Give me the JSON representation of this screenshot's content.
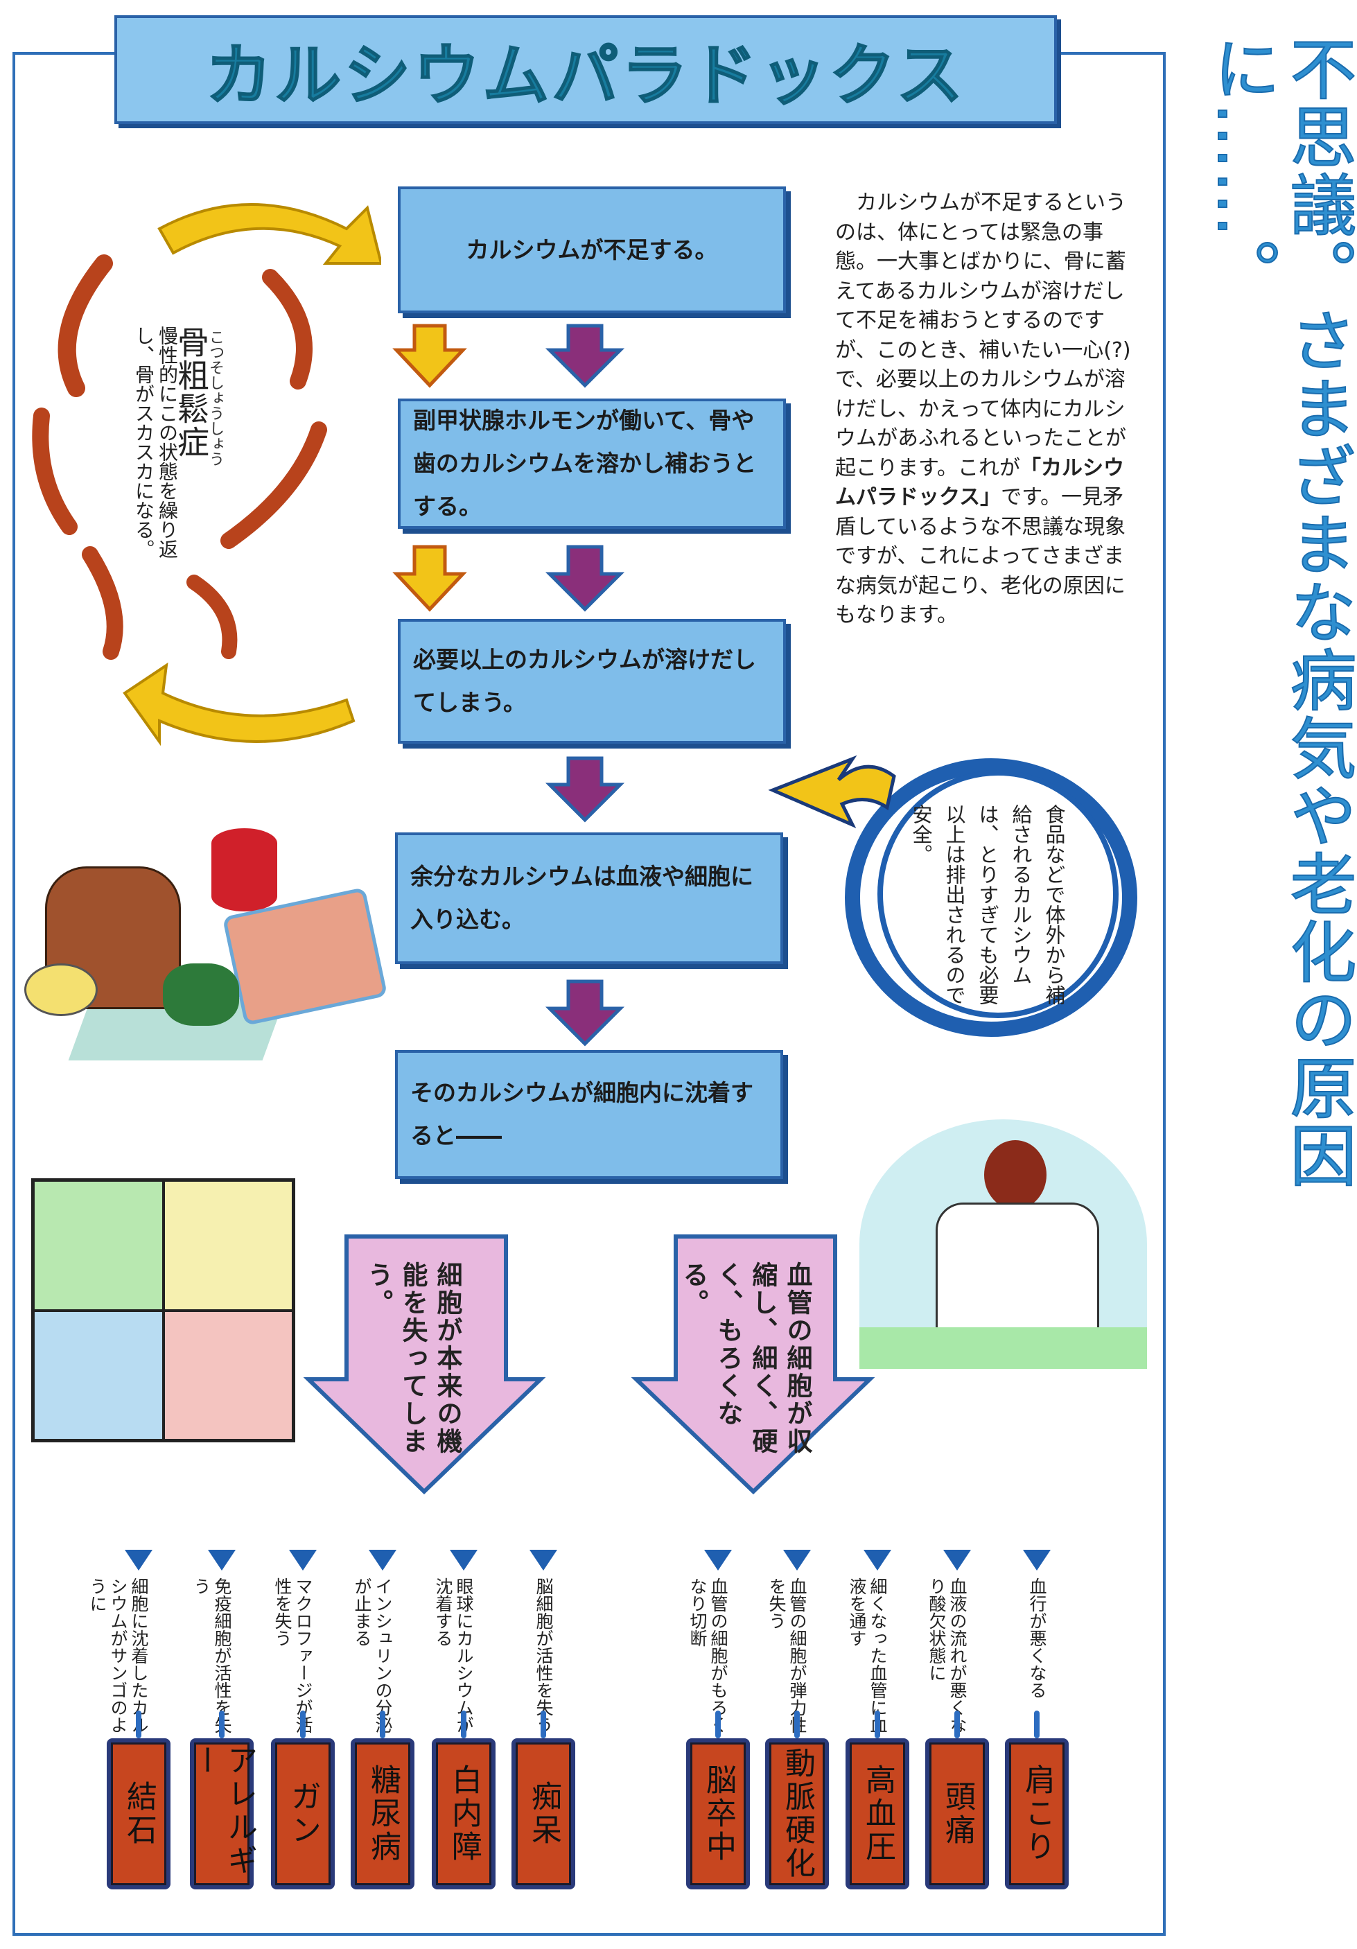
{
  "title": "カルシウムパラドックス",
  "headline": "不思議。さまざまな病気や老化の原因に……。",
  "flow": [
    "カルシウムが不足する。",
    "副甲状腺ホルモンが働いて、骨や歯のカルシウムを溶かし補おうとする。",
    "必要以上のカルシウムが溶けだしてしまう。",
    "余分なカルシウムは血液や細胞に入り込む。",
    "そのカルシウムが細胞内に沈着すると――"
  ],
  "paragraph": {
    "before": "カルシウムが不足するというのは、体にとっては緊急の事態。一大事とばかりに、骨に蓄えてあるカルシウムが溶けだして不足を補おうとするのですが、このとき、補いたい一心(?)で、必要以上のカルシウムが溶けだし、かえって体内にカルシウムがあふれるといったことが起こります。これが",
    "bold": "「カルシウムパラドックス」",
    "after": "です。一見矛盾しているような不思議な現象ですが、これによってさまざまな病気が起こり、老化の原因にもなります。"
  },
  "osteoporosis": {
    "term": "骨粗鬆症",
    "reading": "こつそしょうしょう",
    "desc": "慢性的にこの状態を繰り返し、骨がスカスカになる。"
  },
  "circle_note": "食品などで体外から補給されるカルシウムは、とりすぎても必要以上は排出されるので安全。",
  "branches": {
    "left": "細胞が本来の機能を失ってしまう。",
    "right": "血管の細胞が収縮し、細く、硬く、もろくなる。"
  },
  "left_diseases": [
    {
      "cause": "細胞に沈着したカルシウムがサンゴのように",
      "disease": "結石"
    },
    {
      "cause": "免疫細胞が活性を失う",
      "disease": "アレルギー"
    },
    {
      "cause": "マクロファージが活性を失う",
      "disease": "ガン"
    },
    {
      "cause": "インシュリンの分泌が止まる",
      "disease": "糖尿病"
    },
    {
      "cause": "眼球にカルシウムが沈着する",
      "disease": "白内障"
    },
    {
      "cause": "脳細胞が活性を失う",
      "disease": "痴呆"
    }
  ],
  "right_diseases": [
    {
      "cause": "血管の細胞がもろくなり切断",
      "disease": "脳卒中"
    },
    {
      "cause": "血管の細胞が弾力性を失う",
      "disease": "動脈硬化"
    },
    {
      "cause": "細くなった血管に血液を通す",
      "disease": "高血圧"
    },
    {
      "cause": "血液の流れが悪くなり酸欠状態に",
      "disease": "頭痛"
    },
    {
      "cause": "血行が悪くなる",
      "disease": "肩こり"
    }
  ],
  "colors": {
    "flow_box": "#7fbdea",
    "frame": "#2f6fb8",
    "headline": "#2e8fd0",
    "disease_box": "#c7461f",
    "branch_arrow": "#e8b8de",
    "down_arrow": "#8a2f7a",
    "yellow_arrow": "#f2c418",
    "swirl": "#b8431c"
  }
}
